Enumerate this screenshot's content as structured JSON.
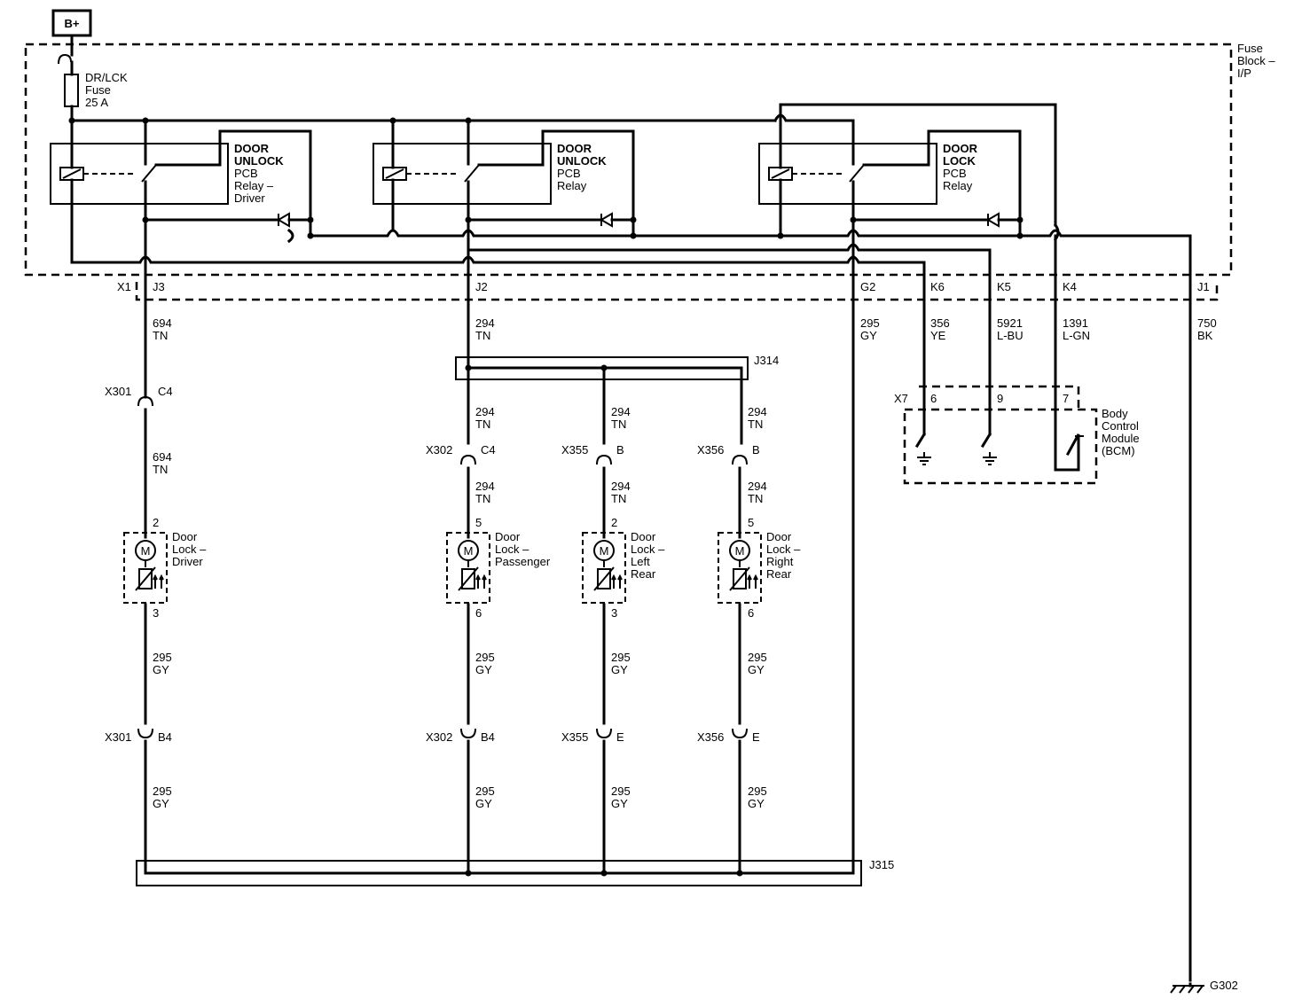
{
  "power": {
    "label": "B+"
  },
  "fuse_block": {
    "label": [
      "Fuse",
      "Block –",
      "I/P"
    ]
  },
  "fuse": {
    "label": [
      "DR/LCK",
      "Fuse",
      "25 A"
    ]
  },
  "relays": [
    {
      "label": [
        "DOOR",
        "UNLOCK",
        "PCB",
        "Relay –",
        "Driver"
      ]
    },
    {
      "label": [
        "DOOR",
        "UNLOCK",
        "PCB",
        "Relay"
      ]
    },
    {
      "label": [
        "DOOR",
        "LOCK",
        "PCB",
        "Relay"
      ]
    }
  ],
  "connector_x1": {
    "name": "X1",
    "pins": [
      "J3",
      "J2",
      "G2",
      "K6",
      "K5",
      "K4",
      "J1"
    ]
  },
  "wires": {
    "w694": {
      "num": "694",
      "color": "TN"
    },
    "w294": {
      "num": "294",
      "color": "TN"
    },
    "w295": {
      "num": "295",
      "color": "GY"
    },
    "w356": {
      "num": "356",
      "color": "YE"
    },
    "w5921": {
      "num": "5921",
      "color": "L-BU"
    },
    "w1391": {
      "num": "1391",
      "color": "L-GN"
    },
    "w750": {
      "num": "750",
      "color": "BK"
    }
  },
  "splices": {
    "j314": "J314",
    "j315": "J315"
  },
  "bcm": {
    "connector": "X7",
    "pins": [
      "6",
      "9",
      "7"
    ],
    "label": [
      "Body",
      "Control",
      "Module",
      "(BCM)"
    ]
  },
  "inline_connectors": [
    {
      "name": "X301",
      "top_pin": "C4",
      "bottom_pin": "B4"
    },
    {
      "name": "X302",
      "top_pin": "C4",
      "bottom_pin": "B4"
    },
    {
      "name": "X355",
      "top_pin": "B",
      "bottom_pin": "E"
    },
    {
      "name": "X356",
      "top_pin": "B",
      "bottom_pin": "E"
    }
  ],
  "motors": [
    {
      "symbol": "M",
      "pin_top": "2",
      "pin_bottom": "3",
      "label": [
        "Door",
        "Lock –",
        "Driver"
      ]
    },
    {
      "symbol": "M",
      "pin_top": "5",
      "pin_bottom": "6",
      "label": [
        "Door",
        "Lock –",
        "Passenger"
      ]
    },
    {
      "symbol": "M",
      "pin_top": "2",
      "pin_bottom": "3",
      "label": [
        "Door",
        "Lock –",
        "Left",
        "Rear"
      ]
    },
    {
      "symbol": "M",
      "pin_top": "5",
      "pin_bottom": "6",
      "label": [
        "Door",
        "Lock –",
        "Right",
        "Rear"
      ]
    }
  ],
  "ground": {
    "label": "G302"
  }
}
